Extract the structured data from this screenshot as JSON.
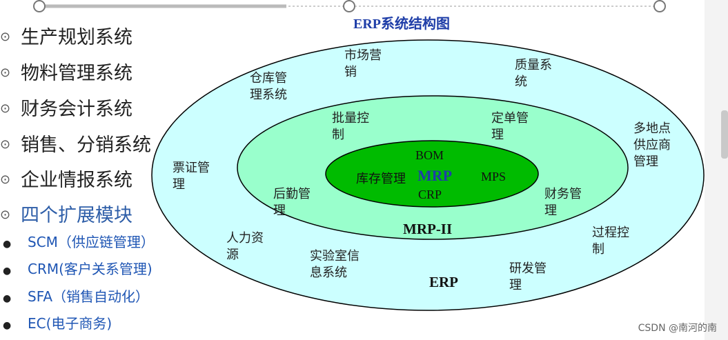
{
  "diagram": {
    "title": "ERP系统结构图",
    "outer_label": "ERP",
    "middle_label": "MRP-II",
    "core_label": "MRP",
    "core_items": {
      "top": "BOM",
      "left": "库存管理",
      "right": "MPS",
      "bottom": "CRP"
    },
    "middle_items": [
      "批量控\n制",
      "定单管\n理",
      "后勤管\n理",
      "财务管\n理"
    ],
    "outer_items": [
      "市场营\n销",
      "质量系\n统",
      "仓库管\n理系统",
      "多地点\n供应商\n管理",
      "票证管\n理",
      "过程控\n制",
      "人力资\n源",
      "实验室信\n息系统",
      "研发管\n理"
    ],
    "colors": {
      "outer": "#ccffff",
      "middle": "#99ffcc",
      "core": "#00bb00",
      "title": "#1f3ea8"
    }
  },
  "systems": [
    "生产规划系统",
    "物料管理系统",
    "财务会计系统",
    "销售、分销系统",
    "企业情报系统"
  ],
  "extension_heading": "四个扩展模块",
  "extensions": [
    "SCM（供应链管理）",
    "CRM(客户关系管理)",
    "SFA（销售自动化）",
    "EC(电子商务)"
  ],
  "bullet_symbol": "⊙",
  "watermark": "CSDN @南河的南"
}
